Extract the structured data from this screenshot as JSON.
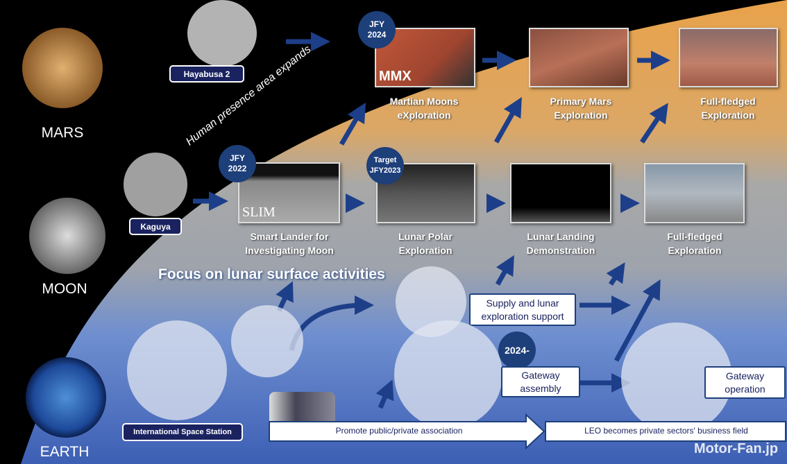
{
  "planets": {
    "mars": "MARS",
    "moon": "MOON",
    "earth": "EARTH"
  },
  "curve_label": "Human presence area expands",
  "focus_label": "Focus on lunar surface activities",
  "labels": {
    "hayabusa": "Hayabusa 2",
    "kaguya": "Kaguya",
    "iss": "International Space Station"
  },
  "mars_row": [
    {
      "badge": "JFY\n2024",
      "overlay": "MMX",
      "caption": "Martian Moons\neXploration"
    },
    {
      "caption": "Primary Mars\nExploration"
    },
    {
      "caption": "Full-fledged\nExploration"
    }
  ],
  "moon_row": [
    {
      "badge": "JFY\n2022",
      "overlay": "SLIM",
      "caption": "Smart Lander for\nInvestigating Moon"
    },
    {
      "badge": "Target\nJFY2023",
      "caption": "Lunar Polar\nExploration"
    },
    {
      "caption": "Lunar Landing\nDemonstration"
    },
    {
      "caption": "Full-fledged\nExploration"
    }
  ],
  "earth_row": {
    "supply": "Supply and lunar\nexploration support",
    "gateway_badge": "2024-",
    "gateway_assembly": "Gateway\nassembly",
    "gateway_operation": "Gateway\noperation",
    "arrow1": "Promote public/private association",
    "arrow2": "LEO becomes private sectors' business field"
  },
  "watermark": "Motor-Fan.jp",
  "colors": {
    "navy": "#1d3f7a",
    "orange": "#e3a04c",
    "blue": "#4a6fc0"
  }
}
